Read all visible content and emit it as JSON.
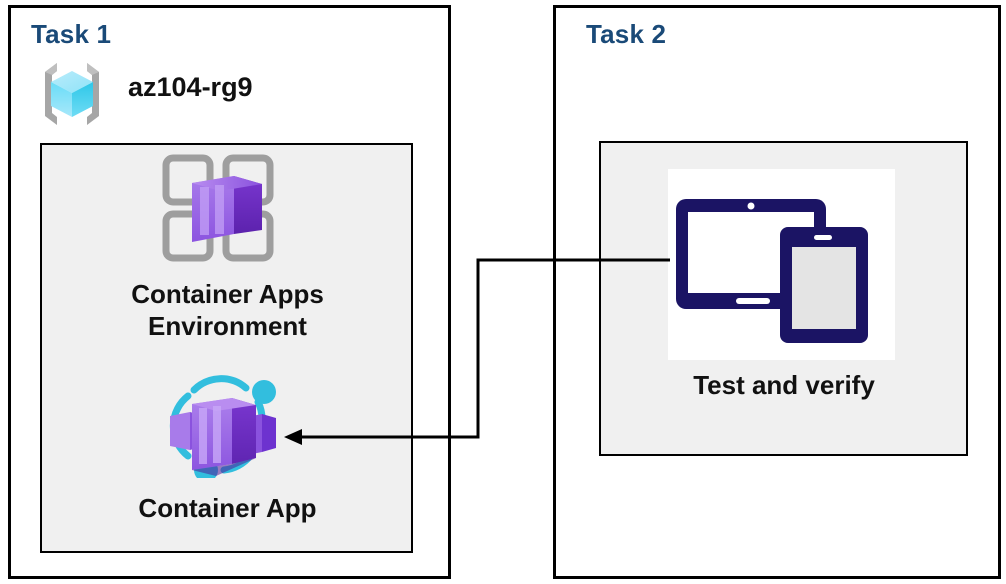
{
  "diagram": {
    "title_color": "#1a4a78",
    "accent_purple": "#7a37d0",
    "accent_cyan": "#32bede",
    "accent_navy": "#1b1464",
    "panel_fill": "#f0f0f0",
    "border_color": "#000000"
  },
  "task1": {
    "title": "Task 1",
    "resource_group": {
      "icon": "resource-group-icon",
      "label": "az104-rg9"
    },
    "items": [
      {
        "icon": "container-apps-environment-icon",
        "label_line1": "Container Apps",
        "label_line2": "Environment"
      },
      {
        "icon": "container-app-icon",
        "label_line1": "Container App",
        "label_line2": ""
      }
    ]
  },
  "task2": {
    "title": "Task 2",
    "item": {
      "icon": "devices-test-icon",
      "label": "Test and verify"
    }
  },
  "connector": {
    "from": "Test and verify",
    "to": "Container App",
    "direction": "right-to-left",
    "arrowhead": "left"
  }
}
